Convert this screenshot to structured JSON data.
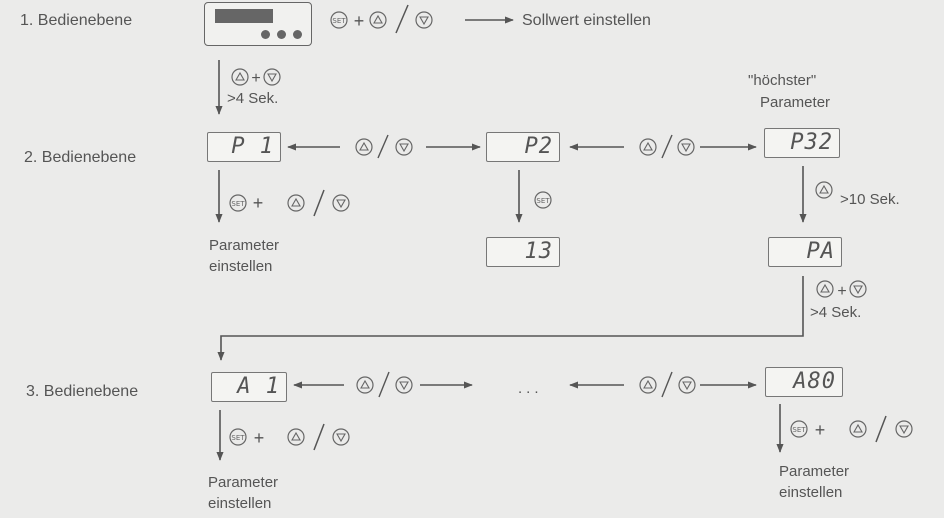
{
  "levels": {
    "level1": "1. Bedienebene",
    "level2": "2. Bedienebene",
    "level3": "3. Bedienebene"
  },
  "displays": {
    "p1": "P 1",
    "p2": "P2",
    "p32": "P32",
    "val13": "13",
    "pa": "PA",
    "a1": "A 1",
    "a80": "A80"
  },
  "keys": {
    "set": "SET",
    "plus": "+",
    "slash": "/"
  },
  "texts": {
    "sollwert": "Sollwert einstellen",
    "sek4": ">4 Sek.",
    "sek10": ">10 Sek.",
    "hoechster_1": "\"höchster\"",
    "hoechster_2": "Parameter",
    "param_1": "Parameter",
    "param_2": "einstellen",
    "ellipsis": "..."
  }
}
